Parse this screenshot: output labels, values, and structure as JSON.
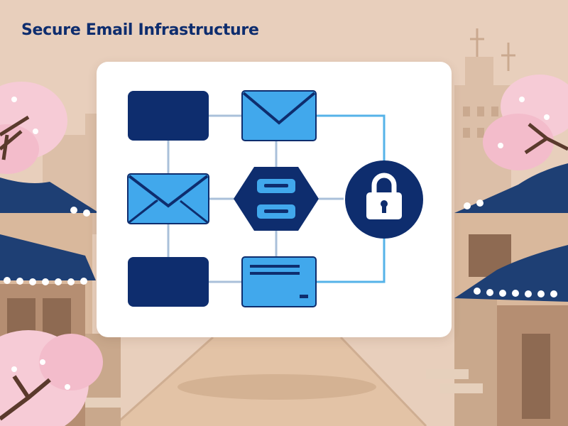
{
  "title": "Secure Email Infrastructure",
  "colors": {
    "navy": "#0e2d6e",
    "sky": "#41a8ec",
    "connector_gray": "#aac0da",
    "connector_blue": "#55b3e8",
    "background_peach": "#e8cfbc",
    "card_white": "#ffffff"
  },
  "nodes": [
    {
      "id": "source-box-top",
      "shape": "rounded-box",
      "fill": "navy"
    },
    {
      "id": "source-email-middle",
      "shape": "envelope",
      "fill": "sky"
    },
    {
      "id": "source-box-bottom",
      "shape": "rounded-box",
      "fill": "navy"
    },
    {
      "id": "email-top",
      "shape": "envelope",
      "fill": "sky"
    },
    {
      "id": "mail-server",
      "shape": "hexagon-server",
      "fill": "navy"
    },
    {
      "id": "message-card",
      "shape": "message-card",
      "fill": "sky"
    },
    {
      "id": "lock",
      "shape": "circle-lock",
      "fill": "navy"
    }
  ],
  "edges": [
    {
      "from": "source-box-top",
      "to": "email-top"
    },
    {
      "from": "source-box-top",
      "to": "source-email-middle"
    },
    {
      "from": "source-email-middle",
      "to": "source-box-bottom"
    },
    {
      "from": "source-email-middle",
      "to": "mail-server"
    },
    {
      "from": "source-box-bottom",
      "to": "message-card"
    },
    {
      "from": "email-top",
      "to": "mail-server"
    },
    {
      "from": "mail-server",
      "to": "message-card"
    },
    {
      "from": "email-top",
      "to": "lock"
    },
    {
      "from": "mail-server",
      "to": "lock"
    },
    {
      "from": "message-card",
      "to": "lock"
    }
  ],
  "icons": [
    "envelope-icon",
    "server-icon",
    "padlock-icon",
    "cherry-blossom-tree",
    "hanok-roof",
    "building-silhouette"
  ]
}
